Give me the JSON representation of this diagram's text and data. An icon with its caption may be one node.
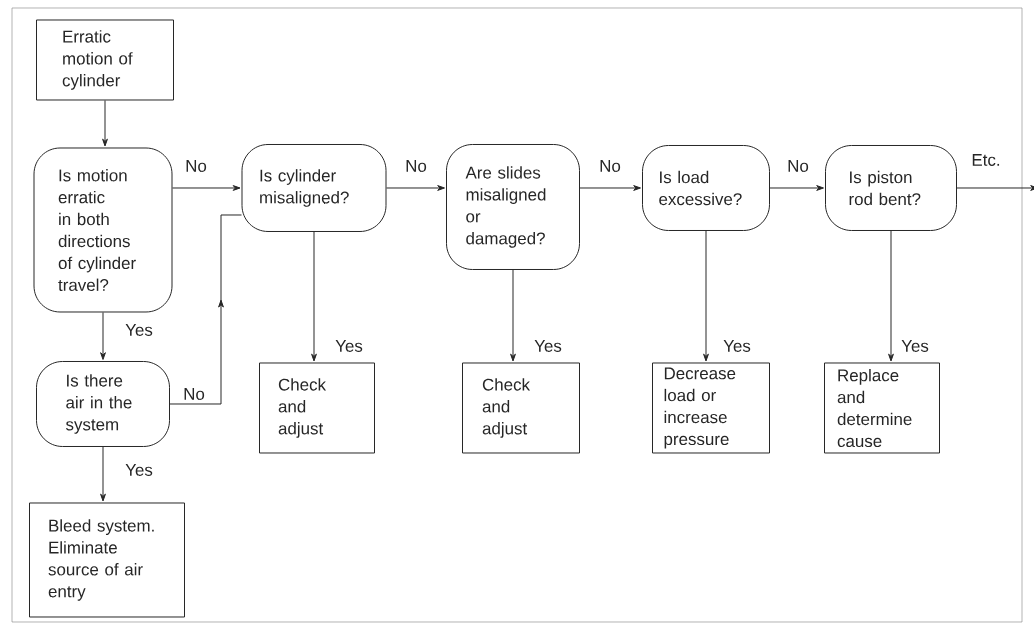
{
  "diagram": {
    "nodes": [
      {
        "text": [
          "Erratic motion of cylinder"
        ]
      },
      {
        "text": [
          "Is motion erratic in both directions of cylinder travel?"
        ]
      },
      {
        "text": [
          "Is cylinder misaligned?"
        ]
      },
      {
        "text": [
          "Are slides misaligned or damaged?"
        ]
      },
      {
        "text": [
          "Is load excessive?"
        ]
      },
      {
        "text": [
          "Is piston rod bent?"
        ]
      },
      {
        "text": [
          "Is there air in the system"
        ]
      },
      {
        "text": [
          "Bleed system. Eliminate source of air entry"
        ]
      },
      {
        "text": [
          "Check and adjust"
        ]
      },
      {
        "text": [
          "Check and adjust"
        ]
      },
      {
        "text": [
          "Decrease load or increase pressure"
        ]
      },
      {
        "text": [
          "Replace and determine cause"
        ]
      }
    ],
    "edges": [
      {
        "from": 0,
        "to": 1,
        "arrow": "to"
      },
      {
        "from": 1,
        "to": 2,
        "arrow": "to",
        "label": "No"
      },
      {
        "from": 2,
        "to": 3,
        "arrow": "to",
        "label": "No"
      },
      {
        "from": 3,
        "to": 4,
        "arrow": "to",
        "label": "No"
      },
      {
        "from": 4,
        "to": 5,
        "arrow": "to",
        "label": "No"
      },
      {
        "from": 5,
        "to": null,
        "arrow": "to",
        "label": "Etc."
      },
      {
        "from": 1,
        "to": 6,
        "arrow": "to",
        "label": "Yes"
      },
      {
        "from": 6,
        "to": 7,
        "arrow": "to",
        "label": "Yes"
      },
      {
        "from": 6,
        "to": 2,
        "arrow": "to",
        "label": "No"
      },
      {
        "from": 2,
        "to": 8,
        "arrow": "to",
        "label": "Yes"
      },
      {
        "from": 3,
        "to": 9,
        "arrow": "to",
        "label": "Yes"
      },
      {
        "from": 4,
        "to": 10,
        "arrow": "to",
        "label": "Yes"
      },
      {
        "from": 5,
        "to": 11,
        "arrow": "to",
        "label": "Yes"
      }
    ]
  }
}
